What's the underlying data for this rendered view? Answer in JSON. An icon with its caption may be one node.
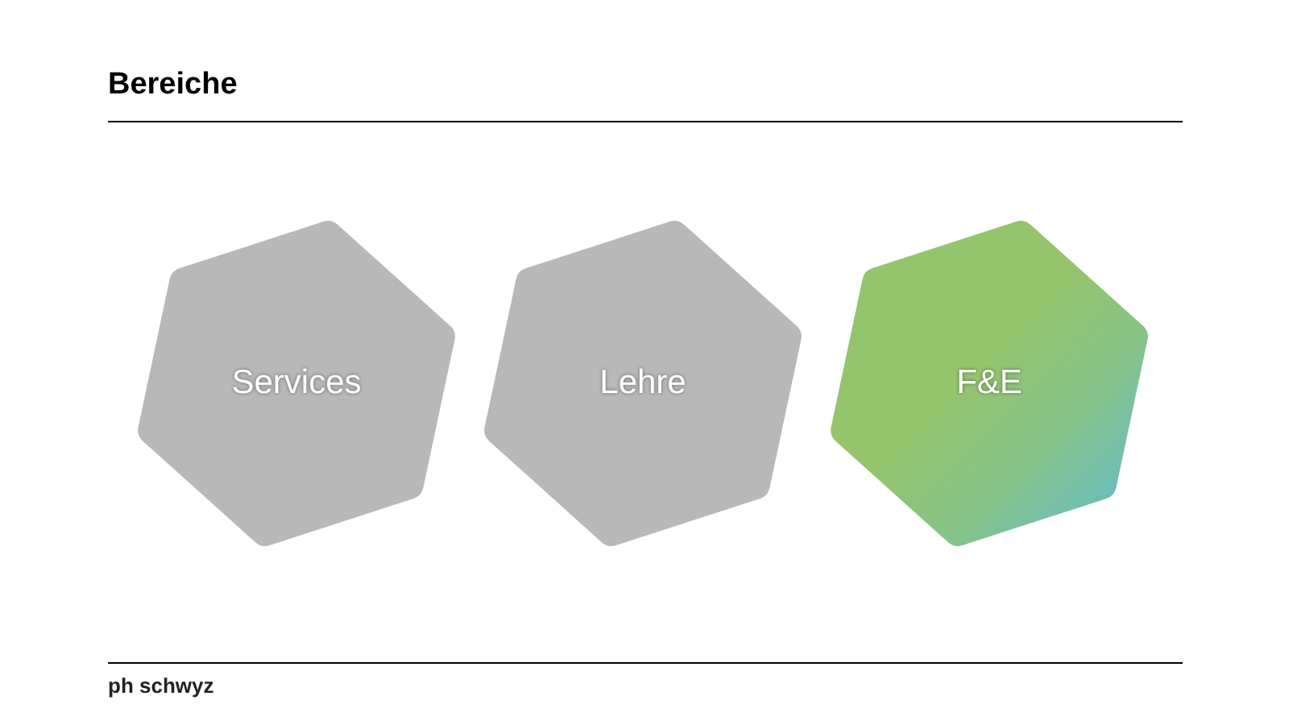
{
  "diagram": {
    "title": "Bereiche",
    "nodes": [
      {
        "text": [
          "Services"
        ]
      },
      {
        "text": [
          "Lehre"
        ]
      },
      {
        "text": [
          "F&E"
        ]
      }
    ],
    "labels": [
      "ph schwyz"
    ]
  }
}
